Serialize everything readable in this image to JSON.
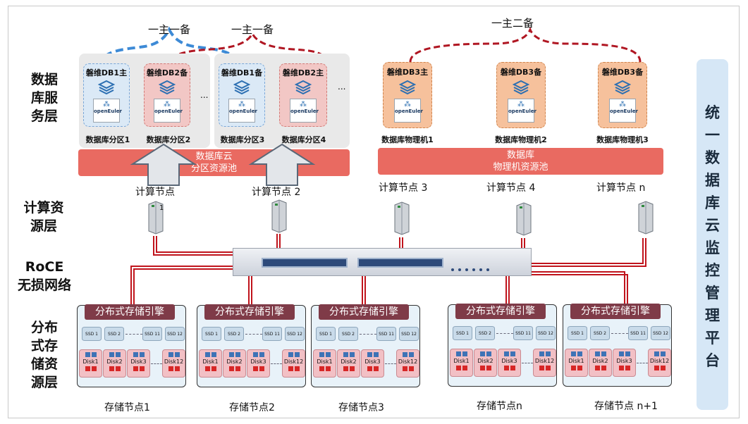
{
  "annotations": {
    "pair1": "一主一备",
    "pair2": "一主一备",
    "triple": "一主二备"
  },
  "layers": {
    "db_service": [
      "数据",
      "库服",
      "务层"
    ],
    "compute": [
      "计算资",
      "源层"
    ],
    "network": [
      "RoCE",
      "无损网络"
    ],
    "storage": [
      "分布",
      "式存",
      "储资",
      "源层"
    ]
  },
  "partitions": [
    {
      "db": "磐维DB1主",
      "label": "数据库分区1",
      "os": "openEuler"
    },
    {
      "db": "磐维DB2备",
      "label": "数据库分区2",
      "os": "openEuler"
    },
    {
      "db": "磐维DB1备",
      "label": "数据库分区3",
      "os": "openEuler"
    },
    {
      "db": "磐维DB2主",
      "label": "数据库分区4",
      "os": "openEuler"
    }
  ],
  "ellipsis": "...",
  "physical": [
    {
      "db": "磐维DB3主",
      "label": "数据库物理机1",
      "os": "openEuler"
    },
    {
      "db": "磐维DB3备",
      "label": "数据库物理机2",
      "os": "openEuler"
    },
    {
      "db": "磐维DB3备",
      "label": "数据库物理机3",
      "os": "openEuler"
    }
  ],
  "pools": {
    "cloud_line1": "数据库云",
    "cloud_line2": "分区资源池",
    "phys_line1": "数据库",
    "phys_line2": "物理机资源池"
  },
  "compute_nodes": [
    "计算节点",
    "计算节点 2",
    "计算节点 3",
    "计算节点 4",
    "计算节点 n"
  ],
  "server_tag": "1",
  "storage": {
    "engine": "分布式存储引擎",
    "ssds": [
      "SSD 1",
      "SSD 2",
      "SSD 11",
      "SSD 12"
    ],
    "disks": [
      "Disk1",
      "Disk2",
      "Disk3",
      "Disk12"
    ],
    "nodes": [
      "存储节点1",
      "存储节点2",
      "存储节点3",
      "存储节点n",
      "存储节点 n+1"
    ]
  },
  "platform": [
    "统",
    "一",
    "数",
    "据",
    "库",
    "云",
    "监",
    "控",
    "管",
    "理",
    "平",
    "台"
  ],
  "colors": {
    "pool": "#e96a61",
    "engine": "#7f3b48",
    "link": "#c0141c",
    "blue_dash": "#3d8ad6",
    "red_dash": "#b01622"
  }
}
